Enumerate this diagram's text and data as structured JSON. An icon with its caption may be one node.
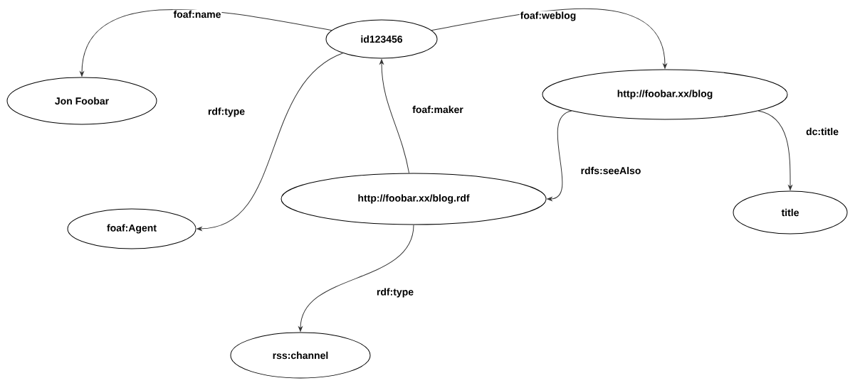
{
  "diagram": {
    "nodes": [
      {
        "text": [
          "id123456"
        ]
      },
      {
        "text": [
          "Jon Foobar"
        ]
      },
      {
        "text": [
          "http://foobar.xx/blog"
        ]
      },
      {
        "text": [
          "foaf:Agent"
        ]
      },
      {
        "text": [
          "http://foobar.xx/blog.rdf"
        ]
      },
      {
        "text": [
          "title"
        ]
      },
      {
        "text": [
          "rss:channel"
        ]
      }
    ],
    "edges": [
      {
        "from": 0,
        "to": 1,
        "arrow": "to",
        "label": "foaf:name"
      },
      {
        "from": 0,
        "to": 2,
        "arrow": "to",
        "label": "foaf:weblog"
      },
      {
        "from": 0,
        "to": 3,
        "arrow": "to",
        "label": "rdf:type"
      },
      {
        "from": 4,
        "to": 0,
        "arrow": "to",
        "label": "foaf:maker"
      },
      {
        "from": 2,
        "to": 4,
        "arrow": "to",
        "label": "rdfs:seeAlso"
      },
      {
        "from": 2,
        "to": 5,
        "arrow": "to",
        "label": "dc:title"
      },
      {
        "from": 4,
        "to": 6,
        "arrow": "to",
        "label": "rdf:type"
      }
    ]
  }
}
